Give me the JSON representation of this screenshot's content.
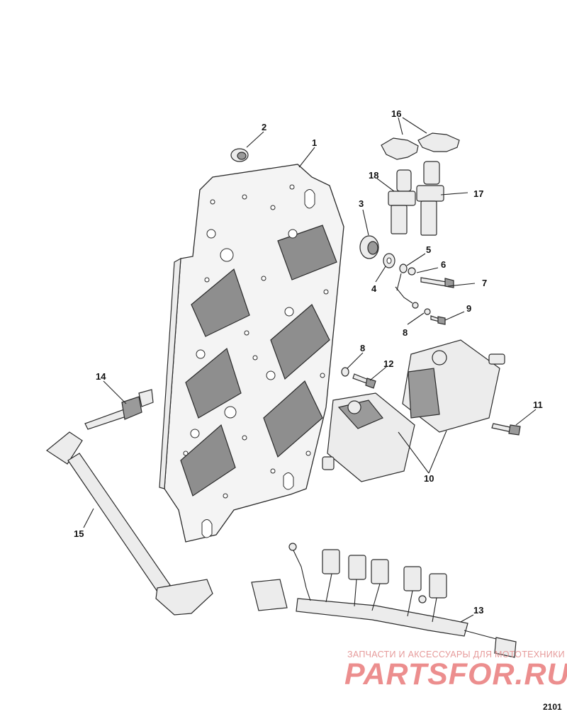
{
  "callouts": {
    "c1": "1",
    "c2": "2",
    "c3": "3",
    "c4": "4",
    "c5": "5",
    "c6": "6",
    "c7": "7",
    "c8a": "8",
    "c8b": "8",
    "c9": "9",
    "c10": "10",
    "c11": "11",
    "c12": "12",
    "c13": "13",
    "c14": "14",
    "c15": "15",
    "c16": "16",
    "c17": "17",
    "c18": "18"
  },
  "watermark": {
    "subtitle": "ЗАПЧАСТИ И АКСЕССУАРЫ ДЛЯ МОТОТЕХНИКИ",
    "brand": "PARTSFOR.RU"
  },
  "figure_number": "2101"
}
